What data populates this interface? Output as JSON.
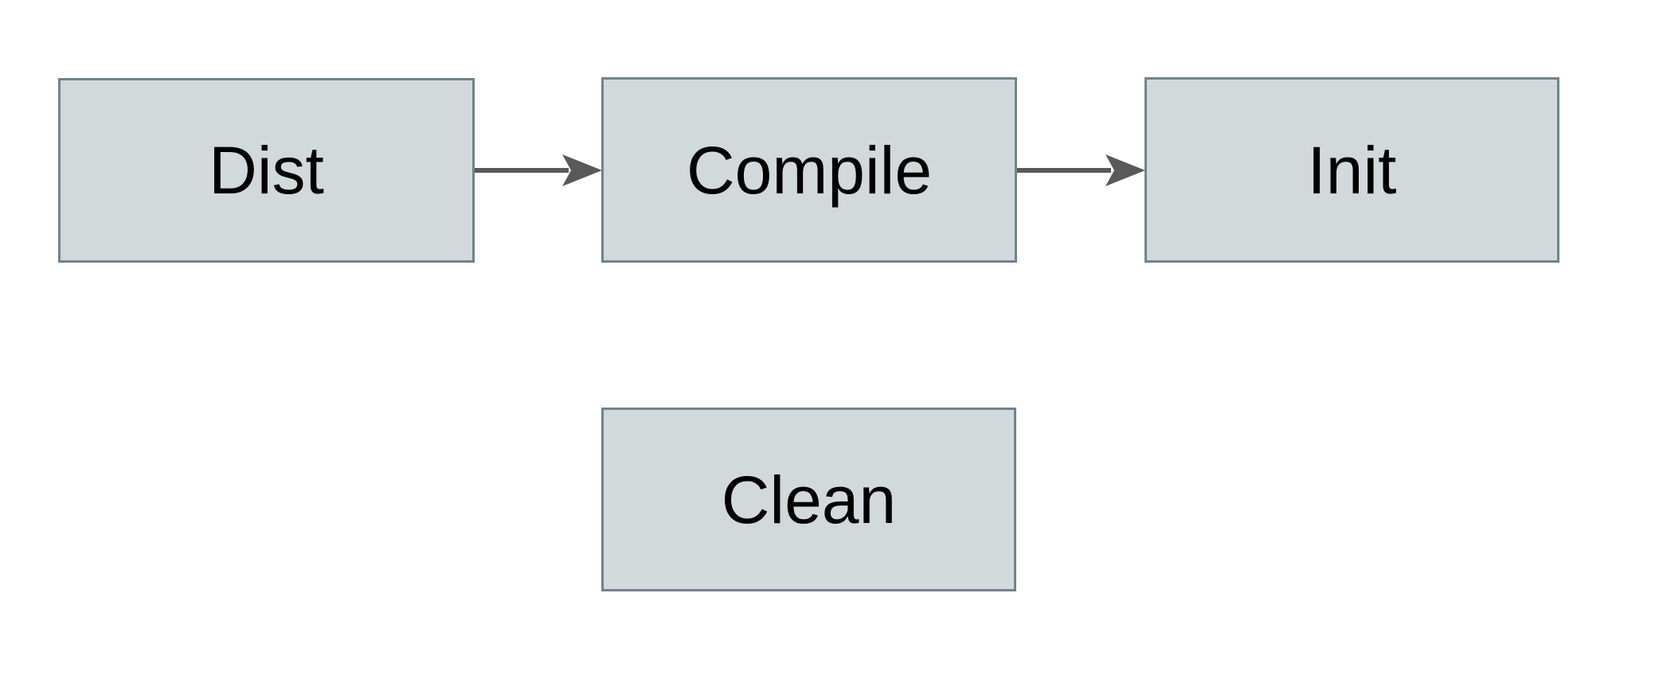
{
  "diagram": {
    "nodes": [
      {
        "id": "dist",
        "label": "Dist"
      },
      {
        "id": "compile",
        "label": "Compile"
      },
      {
        "id": "init",
        "label": "Init"
      },
      {
        "id": "clean",
        "label": "Clean"
      }
    ],
    "edges": [
      {
        "from": "Dist",
        "to": "Compile"
      },
      {
        "from": "Compile",
        "to": "Init"
      }
    ],
    "colors": {
      "node_fill": "#d2d9db",
      "node_border": "#70838d",
      "arrow": "#595959",
      "label_text": "#000000",
      "background": "#ffffff"
    }
  }
}
